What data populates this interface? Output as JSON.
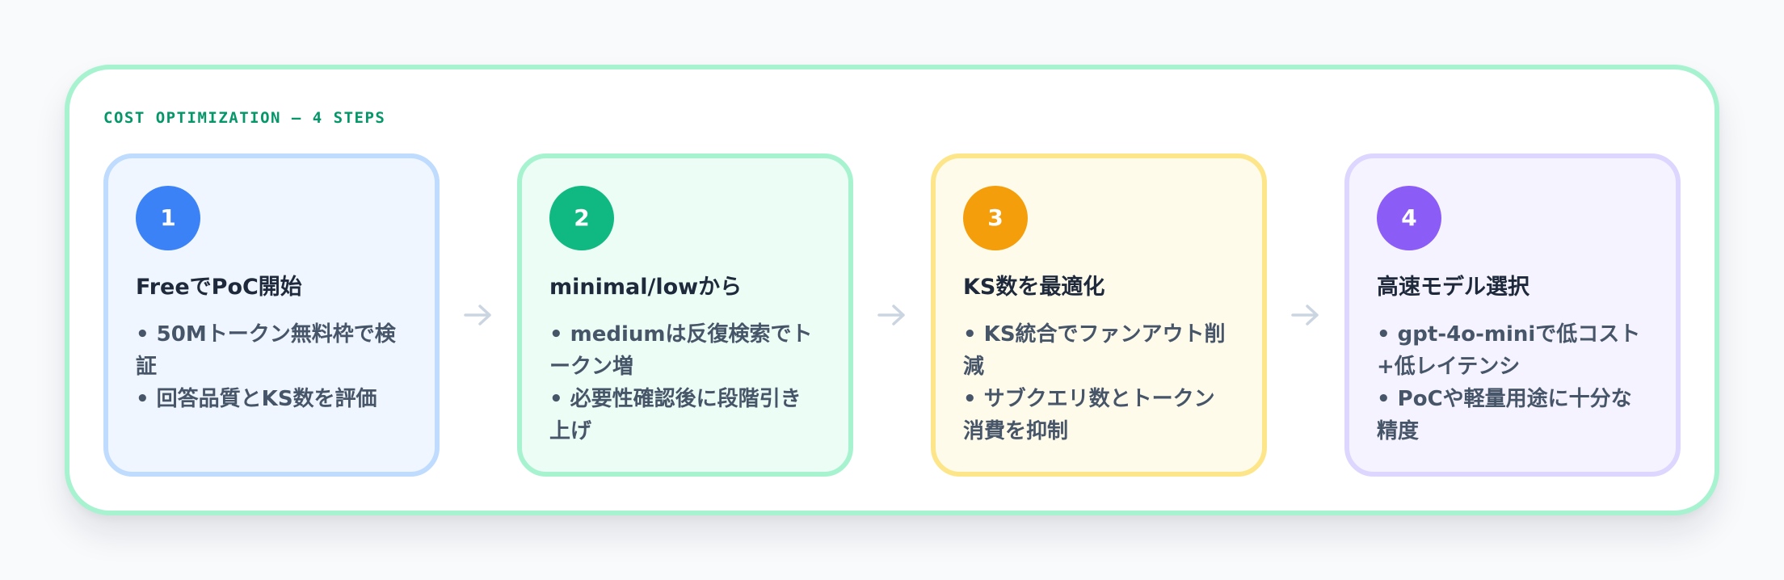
{
  "panel": {
    "title": "COST OPTIMIZATION — 4 STEPS",
    "border_color": "#a7f3d0",
    "title_color": "#059669"
  },
  "steps": [
    {
      "number": "1",
      "title": "FreeでPoC開始",
      "bullets": [
        "• 50Mトークン無料枠で検証",
        "• 回答品質とKS数を評価"
      ],
      "accent": "#3b82f6",
      "background": "#eff6ff",
      "border": "#bfdbfe"
    },
    {
      "number": "2",
      "title": "minimal/lowから",
      "bullets": [
        "• mediumは反復検索でトークン増",
        "• 必要性確認後に段階引き上げ"
      ],
      "accent": "#10b981",
      "background": "#ecfdf5",
      "border": "#a7f3d0"
    },
    {
      "number": "3",
      "title": "KS数を最適化",
      "bullets": [
        "• KS統合でファンアウト削減",
        "• サブクエリ数とトークン消費を抑制"
      ],
      "accent": "#f59e0b",
      "background": "#fffbeb",
      "border": "#fde68a"
    },
    {
      "number": "4",
      "title": "高速モデル選択",
      "bullets": [
        "• gpt-4o-miniで低コスト+低レイテンシ",
        "• PoCや軽量用途に十分な精度"
      ],
      "accent": "#8b5cf6",
      "background": "#f5f3ff",
      "border": "#ddd6fe"
    }
  ],
  "connectors": {
    "icon": "arrow-right-icon",
    "color": "#cbd5e1"
  }
}
